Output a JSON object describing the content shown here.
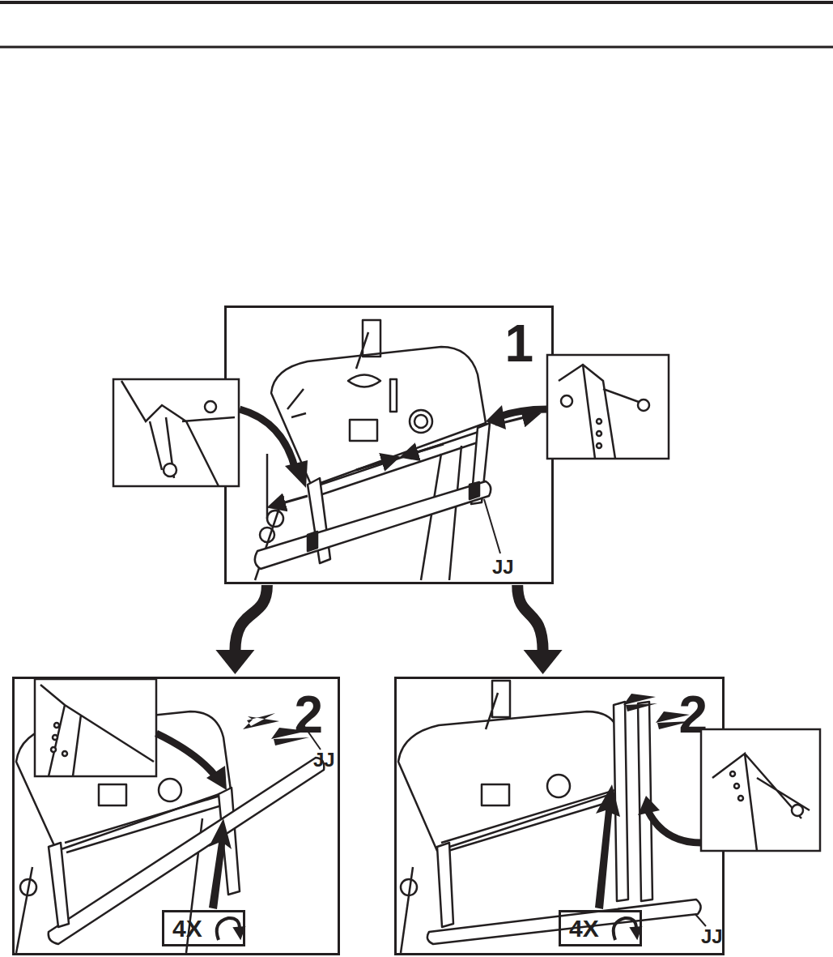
{
  "diagram": {
    "nodes": [
      {
        "text": [
          "1"
        ]
      },
      {
        "text": [
          "2"
        ]
      },
      {
        "text": [
          "4X"
        ],
        "in": 1
      },
      {
        "text": [
          "2"
        ]
      },
      {
        "text": [
          "4X"
        ],
        "in": 3
      }
    ],
    "edges": [
      {
        "from": 0,
        "to": 1,
        "arrow": "to"
      },
      {
        "from": 0,
        "to": 3,
        "arrow": "to"
      }
    ],
    "labels": [
      "JJ",
      "JJ",
      "JJ"
    ]
  }
}
